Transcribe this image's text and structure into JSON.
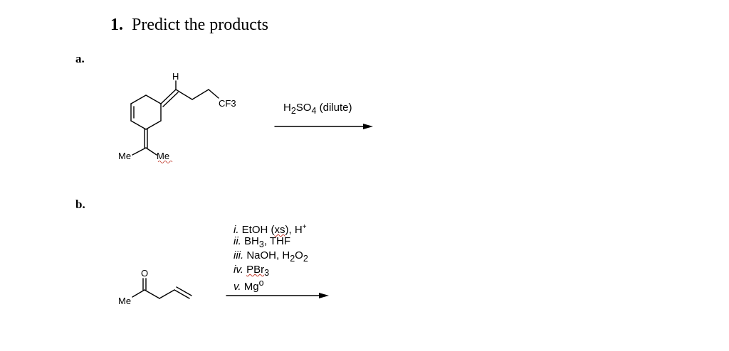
{
  "heading": {
    "number": "1.",
    "text": "Predict the products"
  },
  "part_a": {
    "label": "a.",
    "atom_labels": {
      "h": "H",
      "cf3": "CF3",
      "me_left": "Me",
      "me_right": "Me"
    },
    "reagent": {
      "prefix": "H",
      "sub1": "2",
      "mid": "SO",
      "sub2": "4",
      "suffix": " (dilute)"
    }
  },
  "part_b": {
    "label": "b.",
    "atom_labels": {
      "o": "O",
      "me": "Me"
    },
    "conditions": {
      "step1_num": "i.",
      "step1_a": " EtOH (",
      "step1_b": "xs",
      "step1_c": "), H",
      "step2_num": "ii.",
      "step2_a": " BH",
      "step2_sub": "3",
      "step2_b": ", THF",
      "step3_num": "iii.",
      "step3_a": " NaOH, H",
      "step3_sub1": "2",
      "step3_b": "O",
      "step3_sub2": "2",
      "step4_num": "iv.",
      "step4_a": " ",
      "step4_b": "PBr",
      "step4_sub": "3",
      "step5_num": "v.",
      "step5_a": " Mg",
      "step5_sup": "o"
    }
  }
}
